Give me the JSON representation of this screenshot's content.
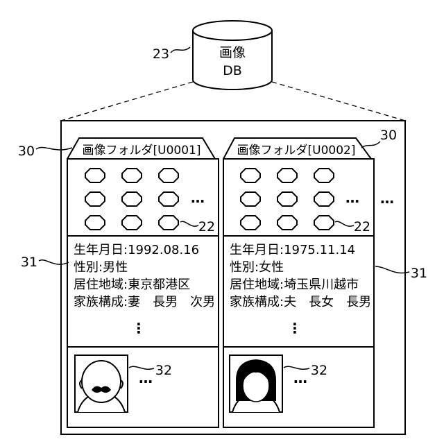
{
  "database": {
    "ref": "23",
    "label_line1": "画像",
    "label_line2": "DB"
  },
  "container": {
    "right_dots": "…"
  },
  "folders": [
    {
      "ref": "30",
      "tab_label": "画像フォルダ[U0001]",
      "thumbnails": {
        "rows": 3,
        "cols": 3,
        "dots": "…",
        "ref": "22"
      },
      "info": {
        "ref": "31",
        "lines": [
          "生年月日:1992.08.16",
          "性別:男性",
          "居住地域:東京都港区",
          "家族構成:妻　長男　次男"
        ],
        "more": "⋮"
      },
      "face": {
        "ref": "32",
        "type": "male-bald-mustache",
        "dots": "…"
      }
    },
    {
      "ref": "30",
      "tab_label": "画像フォルダ[U0002]",
      "thumbnails": {
        "rows": 3,
        "cols": 3,
        "dots": "…",
        "ref": "22"
      },
      "info": {
        "ref": "31",
        "lines": [
          "生年月日:1975.11.14",
          "性別:女性",
          "居住地域:埼玉県川越市",
          "家族構成:夫　長女　長男"
        ],
        "more": "⋮"
      },
      "face": {
        "ref": "32",
        "type": "female-dark-hair",
        "dots": "…"
      }
    }
  ]
}
